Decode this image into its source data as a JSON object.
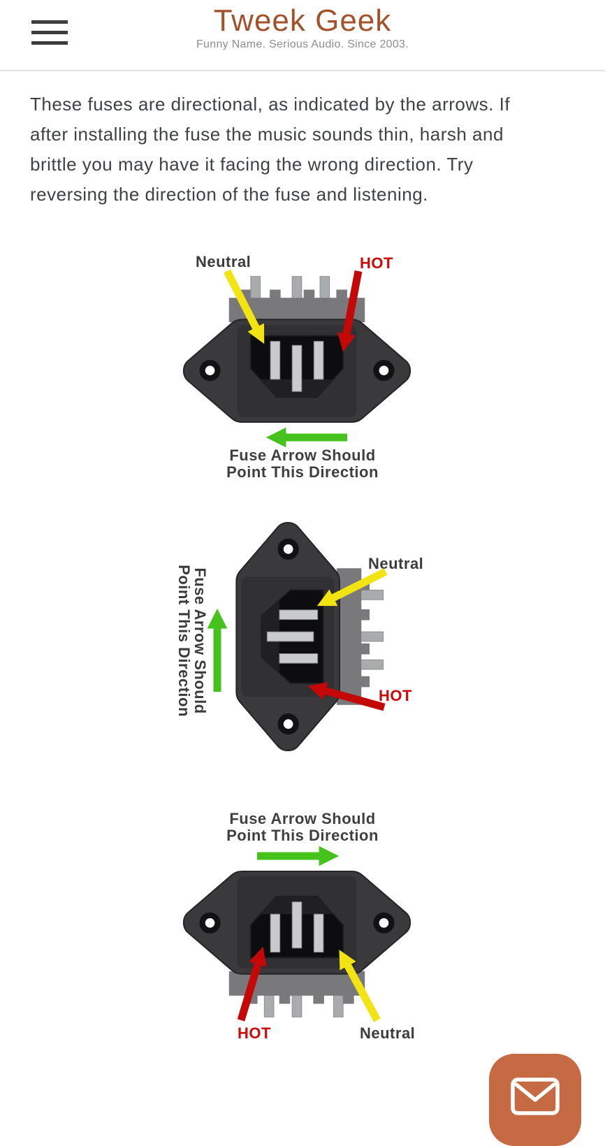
{
  "header": {
    "brand": "Tweek Geek",
    "tagline": "Funny Name. Serious Audio. Since 2003."
  },
  "intro": {
    "text": "These fuses are directional, as indicated by the arrows. If after installing the fuse the music sounds thin, harsh and brittle you may have it facing the wrong direction. Try reversing the direction of the fuse and listening.",
    "lines": [
      "These fuses are directional, as indicated by the arrows. If",
      "after installing the fuse the music sounds thin, harsh and",
      "brittle you may have it facing the wrong direction. Try",
      "reversing the direction of the fuse and listening."
    ]
  },
  "diagrams": [
    {
      "view": "pins-up",
      "neutral": "Neutral",
      "hot": "HOT",
      "caption1": "Fuse Arrow Should",
      "caption2": "Point This Direction",
      "fuse_direction": "left"
    },
    {
      "view": "pins-right",
      "neutral": "Neutral",
      "hot": "HOT",
      "caption1": "Fuse Arrow Should",
      "caption2": "Point This Direction",
      "fuse_direction": "up"
    },
    {
      "view": "pins-down",
      "neutral": "Neutral",
      "hot": "HOT",
      "caption1": "Fuse Arrow Should",
      "caption2": "Point This Direction",
      "fuse_direction": "right"
    }
  ],
  "colors": {
    "brand": "#a3532b",
    "hot_red": "#cb0b0b",
    "arrow_red": "#c40808",
    "arrow_yellow": "#f2e313",
    "arrow_green": "#45c21c",
    "label_dark": "#3b3b3b",
    "chat_button": "#c56a43"
  }
}
